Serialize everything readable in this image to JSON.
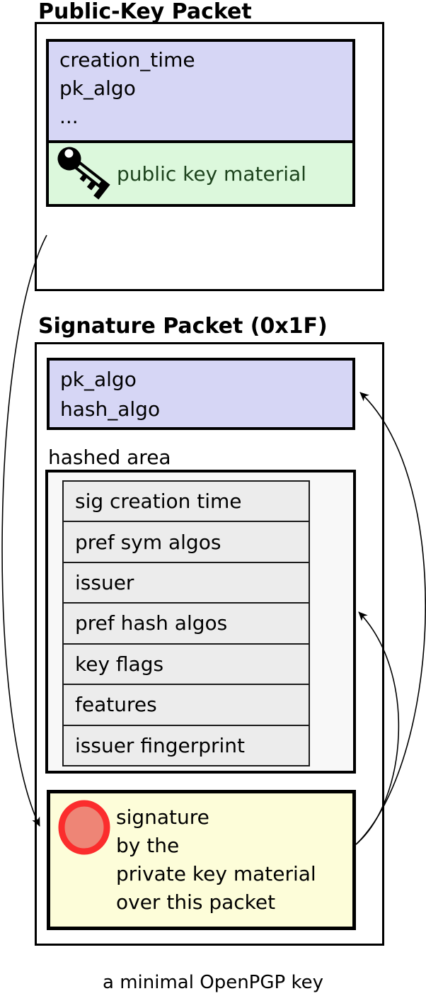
{
  "public_key_packet": {
    "title": "Public-Key Packet",
    "header_fields": [
      "creation_time",
      "pk_algo",
      "..."
    ],
    "key_material_label": "public key material",
    "key_icon": "key-icon"
  },
  "signature_packet": {
    "title": "Signature Packet (0x1F)",
    "header_fields": [
      "pk_algo",
      "hash_algo"
    ],
    "hashed_area_label": "hashed area",
    "subpackets": [
      "sig creation time",
      "pref sym algos",
      "issuer",
      "pref hash algos",
      "key flags",
      "features",
      "issuer fingerprint"
    ],
    "signature_lines": [
      "signature",
      "by the",
      "private key material",
      "over this packet"
    ],
    "seal_icon": "wax-seal-icon"
  },
  "caption": "a minimal OpenPGP key",
  "colors": {
    "field_header_bg": "#d6d6f5",
    "key_material_bg": "#dcf8dc",
    "key_material_text": "#1d431d",
    "hashed_area_bg": "#f8f8f8",
    "subpacket_bg": "#ececec",
    "signature_bg": "#fdfdd9",
    "seal_ring": "#fb2d2d",
    "seal_fill": "#ee8576",
    "line_color": "#000000"
  }
}
